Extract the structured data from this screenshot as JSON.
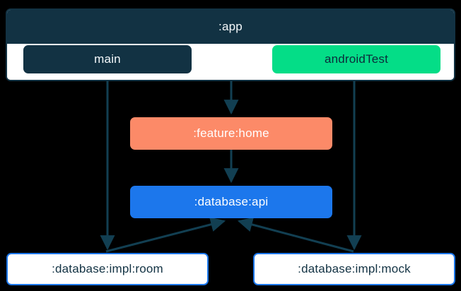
{
  "diagram": {
    "type": "module-dependency-graph",
    "background": "#000000",
    "colors": {
      "dark_navy": "#123243",
      "green": "#04dd87",
      "orange": "#fc8a68",
      "blue": "#1c77ec",
      "white": "#ffffff",
      "edge": "#123f52"
    },
    "subgraph": {
      "title": ":app",
      "source_sets": [
        {
          "label": "main",
          "fill": "#123243",
          "text": "#f4f8fa"
        },
        {
          "label": "androidTest",
          "fill": "#04dd87",
          "text": "#0c2b3b"
        }
      ]
    },
    "nodes": [
      {
        "id": "feature-home",
        "label": ":feature:home",
        "fill": "#fc8a68",
        "text": "#ffffff"
      },
      {
        "id": "database-api",
        "label": ":database:api",
        "fill": "#1c77ec",
        "text": "#ffffff"
      },
      {
        "id": "database-impl-room",
        "label": ":database:impl:room",
        "fill": "#ffffff",
        "text": "#123243"
      },
      {
        "id": "database-impl-mock",
        "label": ":database:impl:mock",
        "fill": "#ffffff",
        "text": "#123243"
      }
    ],
    "edges": [
      {
        "from": "main",
        "to": ":database:impl:room",
        "style": "straight-vertical"
      },
      {
        "from": ":app",
        "to": ":feature:home",
        "style": "straight-vertical"
      },
      {
        "from": "androidTest",
        "to": ":database:impl:mock",
        "style": "straight-vertical"
      },
      {
        "from": ":feature:home",
        "to": ":database:api",
        "style": "straight-vertical"
      },
      {
        "from": ":database:impl:room",
        "to": ":database:api",
        "style": "diagonal"
      },
      {
        "from": ":database:impl:mock",
        "to": ":database:api",
        "style": "diagonal"
      }
    ]
  }
}
